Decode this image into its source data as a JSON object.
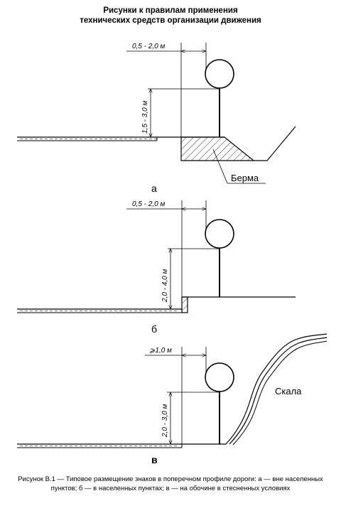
{
  "title": {
    "line1": "Рисунки к правилам применения",
    "line2": "технических средств организации движения"
  },
  "figures": {
    "a": {
      "offset_label": "0,5 - 2,0 м",
      "height_label": "1,5 - 3,0 м",
      "label": "а",
      "berm_label": "Берма"
    },
    "b": {
      "offset_label": "0,5 - 2,0 м",
      "height_label": "2,0 - 4,0 м",
      "label": "б"
    },
    "c": {
      "offset_label": "⩾1,0 м",
      "height_label": "2,0 - 3,0 м",
      "label": "в",
      "rock_label": "Скала"
    }
  },
  "caption": "Рисунок В.1 — Типовое размещение знаков в поперечном профиле дороги: а — вне населенных пунктов; б — в населенных пунктах; в — на обочине в стесненных условиях"
}
